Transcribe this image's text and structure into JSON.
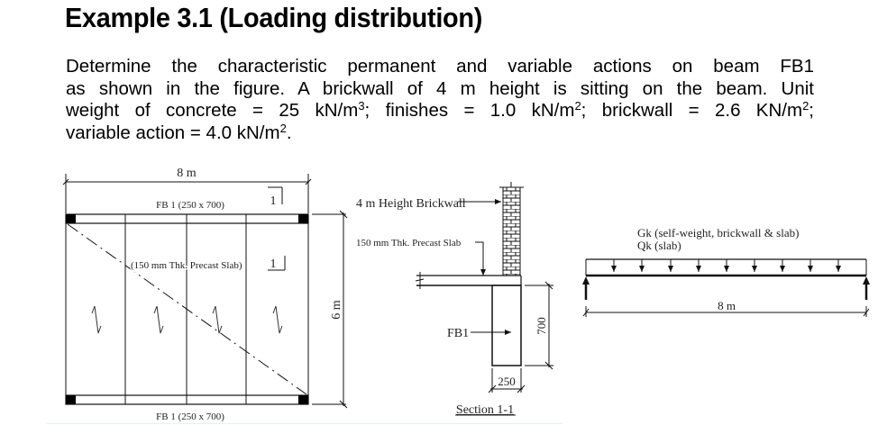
{
  "title": "Example 3.1 (Loading distribution)",
  "problem": {
    "lines": [
      "Determine the characteristic permanent and variable actions on beam FB1",
      "as shown in the figure. A brickwall of 4 m height is sitting on the beam. Unit",
      "weight of concrete = 25 kN/m",
      "variable action = 4.0 kN/m"
    ],
    "line3_parts": {
      "a": "weight of concrete = 25 kN/m",
      "a_sup": "3",
      "b": "; finishes = 1.0 kN/m",
      "b_sup": "2",
      "c": "; brickwall = 2.6 KN/m",
      "c_sup": "2",
      "d": ";"
    },
    "line4_parts": {
      "a": "variable action = 4.0 kN/m",
      "a_sup": "2",
      "b": "."
    },
    "values": {
      "brickwall_height": "4 m",
      "unit_weight_concrete": "25 kN/m3",
      "finishes": "1.0 kN/m2",
      "brickwall": "2.6 KN/m2",
      "variable_action": "4.0 kN/m2"
    }
  },
  "figure": {
    "plan": {
      "span_label": "8 m",
      "depth_label": "6 m",
      "top_beam_label": "FB 1 (250 x 700)",
      "bottom_beam_label": "FB 1 (250 x 700)",
      "slab_label": "(150 mm Thk. Precast Slab)",
      "section_mark_top": "1",
      "section_mark_bottom": "1",
      "span_direction_arrows": 4
    },
    "section": {
      "brickwall_label": "4 m Height Brickwall",
      "slab_label": "150 mm Thk. Precast Slab",
      "beam_label": "FB1",
      "height_dim": "700",
      "width_dim": "250",
      "caption": "Section 1-1"
    },
    "load_diagram": {
      "gk_label": "Gk (self-weight, brickwall & slab)",
      "qk_label": "Qk (slab)",
      "span_label": "8 m",
      "load_arrows": 11
    }
  }
}
